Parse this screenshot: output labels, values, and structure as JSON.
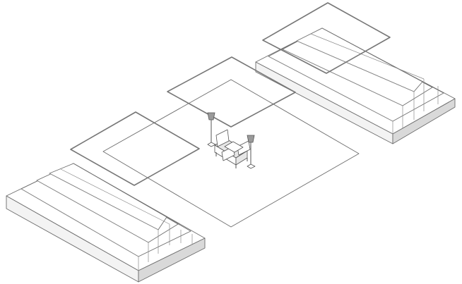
{
  "scene": {
    "type": "isometric architectural drawing",
    "background_color": "#ffffff",
    "line_color": "#6d6d6d",
    "panel_color": "#777777",
    "shade_color": "#d9d9d9",
    "objects": [
      "floor-slab",
      "stepped-platform-left",
      "stepped-platform-right",
      "ceiling-panel-left",
      "ceiling-panel-center",
      "ceiling-panel-right",
      "armchair",
      "floor-lamp-left",
      "floor-lamp-right"
    ]
  }
}
